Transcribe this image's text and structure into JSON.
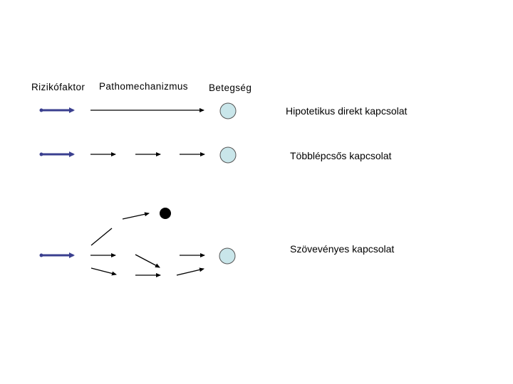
{
  "headers": {
    "risk_factor": "Rizikófaktor",
    "pathomechanism": "Pathomechanizmus",
    "disease": "Betegség"
  },
  "rows": [
    {
      "label": "Hipotetikus direkt kapcsolat"
    },
    {
      "label": "Többlépcsős kapcsolat"
    },
    {
      "label": "Szövevényes kapcsolat"
    }
  ],
  "colors": {
    "risk_arrow": "#3a3f8f",
    "path_arrow": "#000000",
    "disease_fill": "#c9e6ea",
    "disease_stroke": "#555555",
    "side_node": "#000000"
  }
}
